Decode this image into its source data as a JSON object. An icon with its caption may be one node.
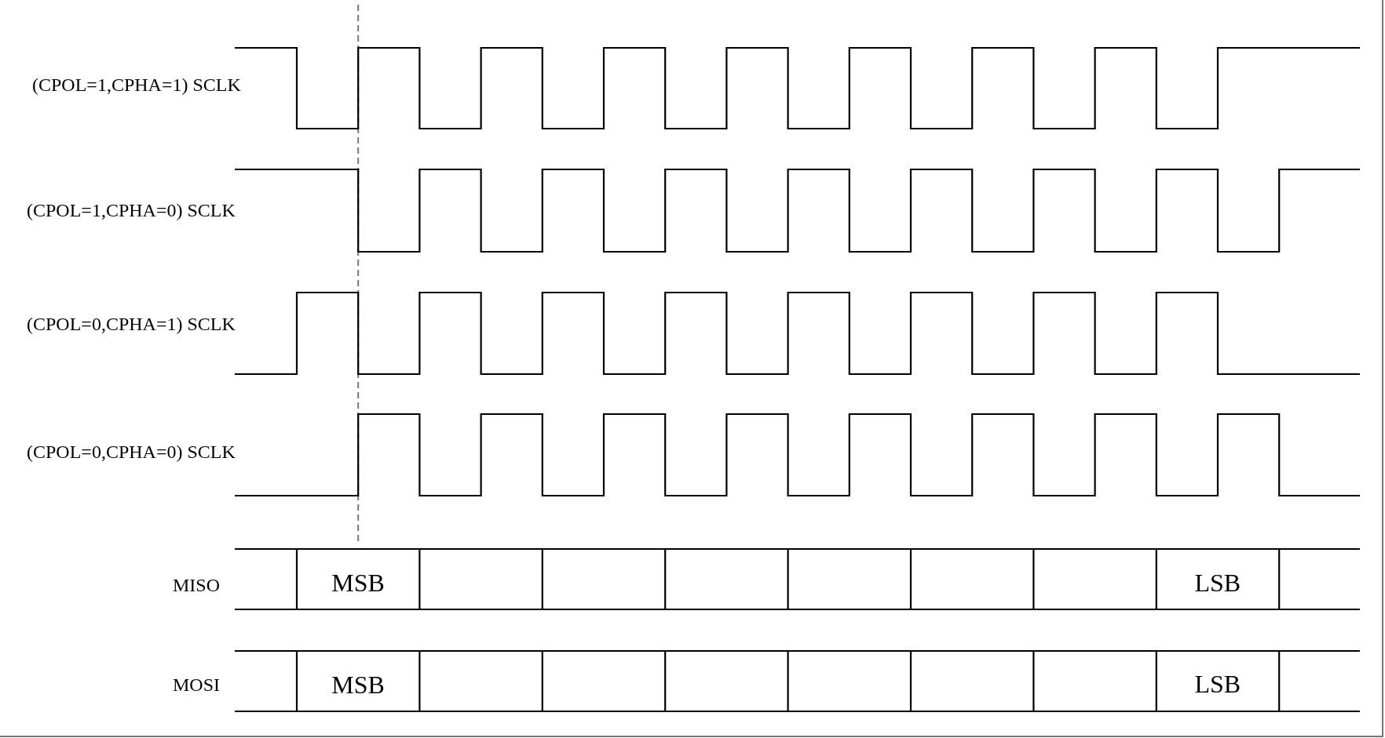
{
  "diagram": {
    "labels": [
      "(CPOL=1,CPHA=1) SCLK",
      "(CPOL=1,CPHA=0) SCLK",
      "(CPOL=0,CPHA=1) SCLK",
      "(CPOL=0,CPHA=0) SCLK",
      "MISO",
      "MSB",
      "LSB",
      "MOSI",
      "MSB",
      "LSB"
    ]
  }
}
